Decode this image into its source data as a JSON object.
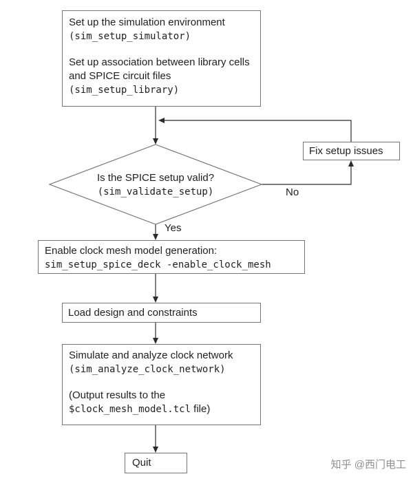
{
  "diagram": {
    "boxes": {
      "setup_env": {
        "line1": "Set up the simulation environment",
        "line2": "(sim_setup_simulator)",
        "line3": "Set up association between library cells and SPICE circuit files",
        "line4": "(sim_setup_library)"
      },
      "fix_setup": {
        "label": "Fix setup issues"
      },
      "decision": {
        "line1": "Is the SPICE setup valid?",
        "line2": "(sim_validate_setup)"
      },
      "enable_mesh": {
        "line1": "Enable clock mesh model generation:",
        "line2": "sim_setup_spice_deck -enable_clock_mesh"
      },
      "load_design": {
        "label": "Load design and constraints"
      },
      "simulate": {
        "line1": "Simulate and analyze clock network",
        "line2": "(sim_analyze_clock_network)",
        "line3": "(Output results to the",
        "line4_mono": "$clock_mesh_model.tcl",
        "line4_rest": " file)"
      },
      "quit": {
        "label": "Quit"
      }
    },
    "labels": {
      "no": "No",
      "yes": "Yes"
    },
    "watermark": "知乎 @西门电工",
    "colors": {
      "background": "#ffffff",
      "box_border": "#757575",
      "arrow": "#2b2b2b",
      "text": "#1f1f1f",
      "watermark": "#8f8f8f"
    }
  }
}
